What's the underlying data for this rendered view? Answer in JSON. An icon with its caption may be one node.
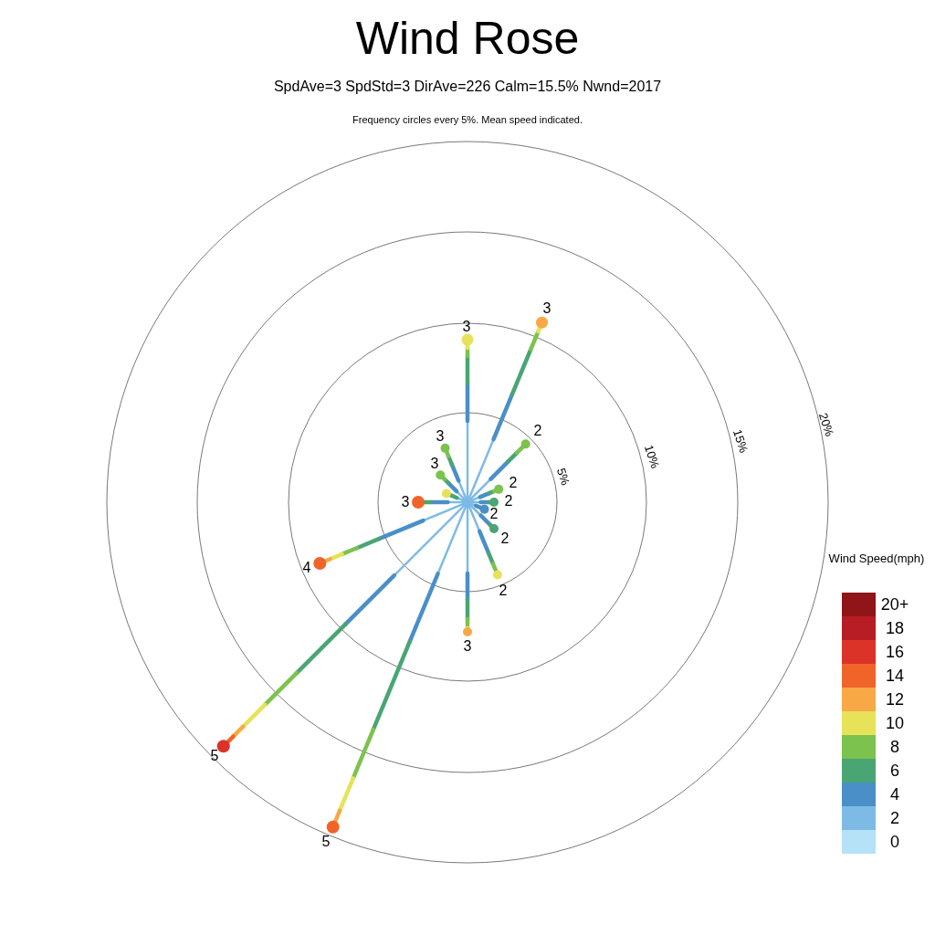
{
  "diagram": {
    "title": "Wind Rose",
    "labels": [
      "SpdAve=3  SpdStd=3  DirAve=226   Calm=15.5%  Nwnd=2017",
      "Frequency circles every 5%. Mean speed indicated.",
      "3",
      "3",
      "20%",
      "2",
      "15%",
      "3",
      "10%",
      "3",
      "5%",
      "2",
      "3",
      "2",
      "2",
      "2",
      "Wind Speed(mph)",
      "4",
      "2",
      "3",
      "5",
      "5"
    ],
    "legend": [
      {
        "text": "20+",
        "color": "#8f1519"
      },
      {
        "text": "18",
        "color": "#b81c24"
      },
      {
        "text": "16",
        "color": "#dc3328"
      },
      {
        "text": "14",
        "color": "#f0642a"
      },
      {
        "text": "12",
        "color": "#f8a946"
      },
      {
        "text": "10",
        "color": "#e6e25a"
      },
      {
        "text": "8",
        "color": "#7cc24e"
      },
      {
        "text": "6",
        "color": "#4aa574"
      },
      {
        "text": "4",
        "color": "#4a8fc7"
      },
      {
        "text": "2",
        "color": "#7dbbe6"
      },
      {
        "text": "0",
        "color": "#b5e2f7"
      }
    ]
  }
}
